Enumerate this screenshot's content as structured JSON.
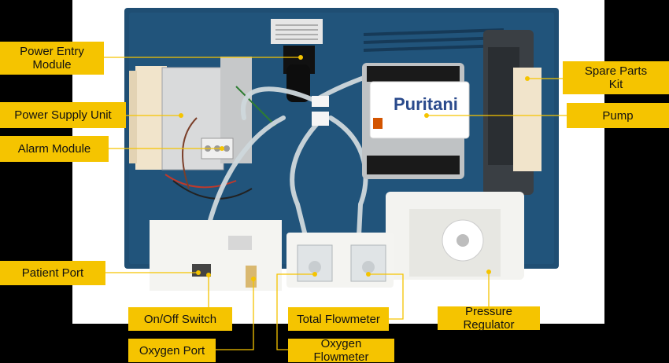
{
  "diagram": {
    "brand_text": "Puritani",
    "labels": {
      "power_entry": "Power Entry\nModule",
      "power_supply": "Power Supply Unit",
      "alarm_module": "Alarm Module",
      "patient_port": "Patient Port",
      "on_off_switch": "On/Off Switch",
      "oxygen_port": "Oxygen Port",
      "oxygen_flowmeter": "Oxygen Flowmeter",
      "total_flowmeter": "Total Flowmeter",
      "pressure_regulator": "Pressure Regulator",
      "spare_parts_kit": "Spare Parts\nKit",
      "pump": "Pump"
    },
    "colors": {
      "label_bg": "#f5c400",
      "panel_blue": "#1f4e73",
      "background": "#000000",
      "paper": "#ffffff"
    }
  }
}
